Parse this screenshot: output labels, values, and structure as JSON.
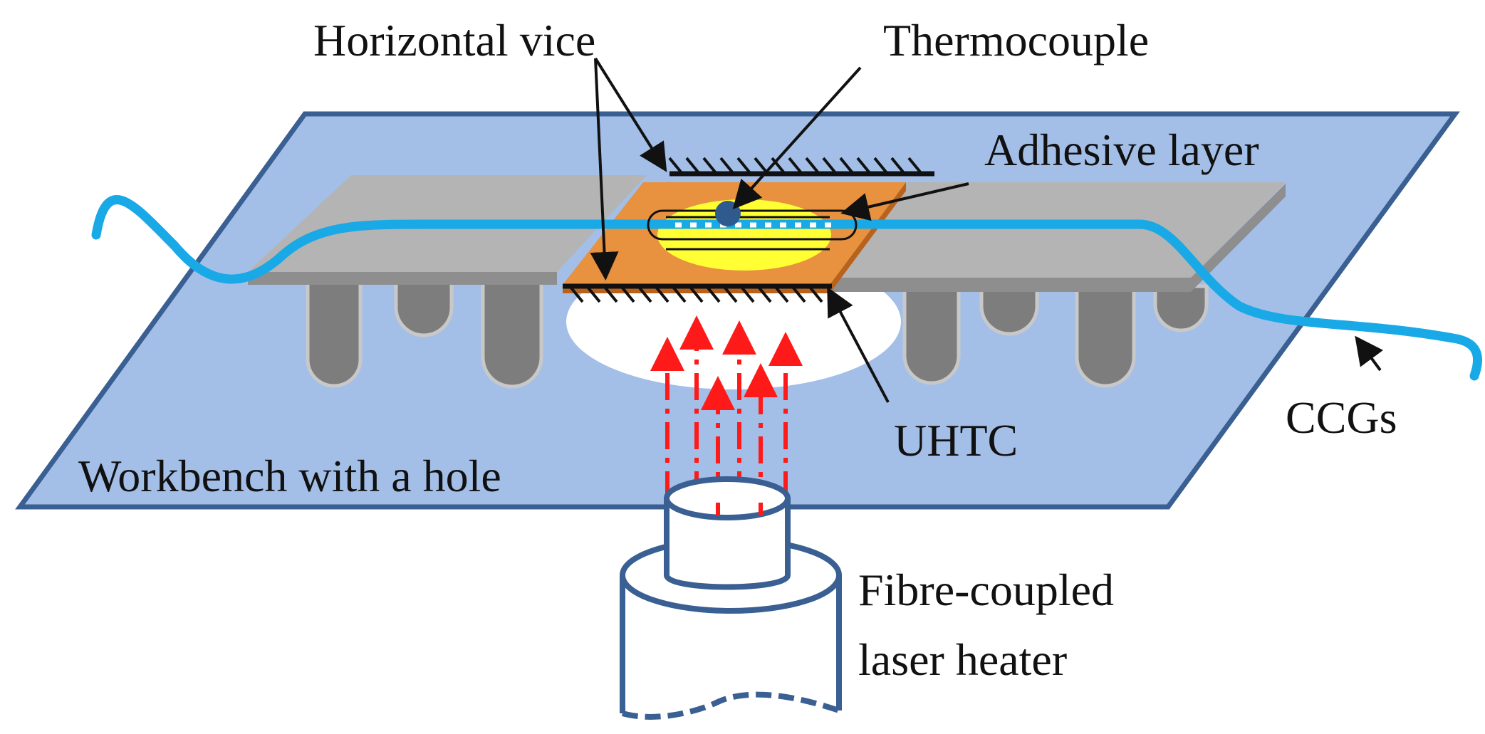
{
  "labels": {
    "horizontal_vice": "Horizontal vice",
    "thermocouple": "Thermocouple",
    "adhesive_layer": "Adhesive layer",
    "uhtc": "UHTC",
    "ccgs": "CCGs",
    "workbench": "Workbench with a hole",
    "heater_line1": "Fibre-coupled",
    "heater_line2": "laser heater"
  },
  "colors": {
    "workbench_fill": "#a3bfe7",
    "workbench_edge": "#3a5f92",
    "beam_fill": "#b4b4b4",
    "beam_side": "#8e8e8e",
    "support": "#7d7d7d",
    "uhtc": "#e8913e",
    "uhtc_edge": "#b8621c",
    "adhesive": "#ffff33",
    "fiber": "#19a9e6",
    "laser": "#ff1a1a",
    "heater": "#3a5f92"
  }
}
